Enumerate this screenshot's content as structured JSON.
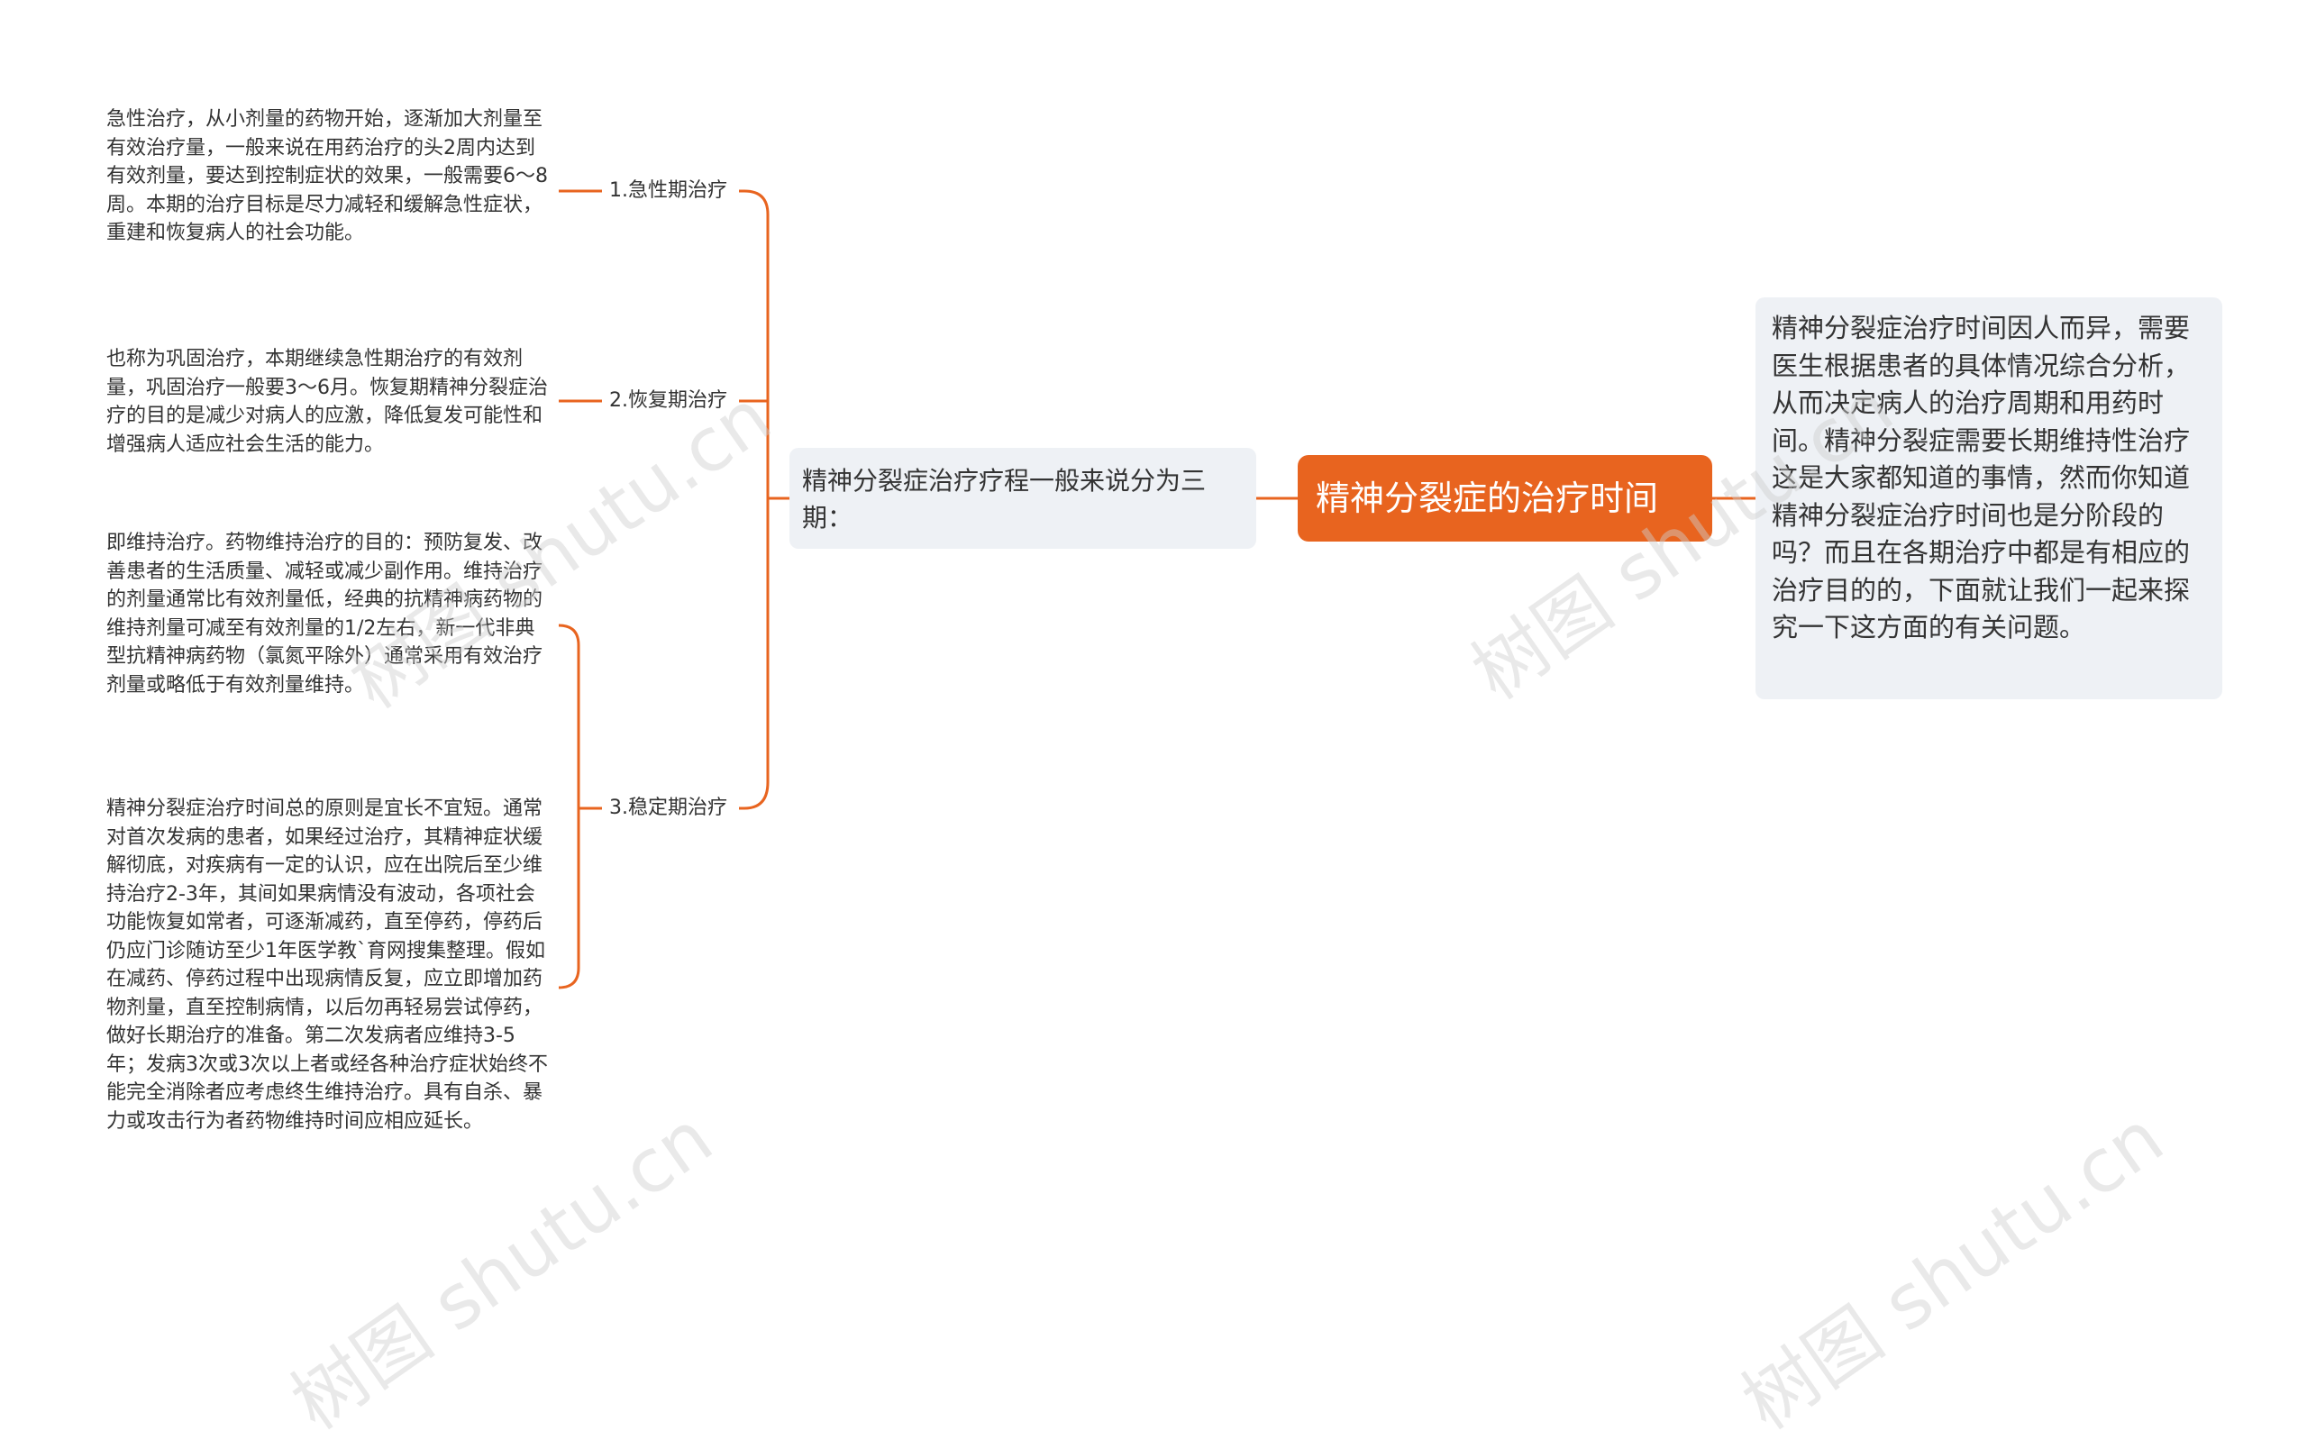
{
  "root": {
    "title": "精神分裂症的治疗时间"
  },
  "intro": {
    "text": "精神分裂症治疗时间因人而异，需要医生根据患者的具体情况综合分析，从而决定病人的治疗周期和用药时间。精神分裂症需要长期维持性治疗这是大家都知道的事情，然而你知道精神分裂症治疗时间也是分阶段的吗？而且在各期治疗中都是有相应的治疗目的的，下面就让我们一起来探究一下这方面的有关问题。"
  },
  "overview": {
    "text": "精神分裂症治疗疗程一般来说分为三期："
  },
  "phases": [
    {
      "label": "1.急性期治疗",
      "details": [
        "急性治疗，从小剂量的药物开始，逐渐加大剂量至有效治疗量，一般来说在用药治疗的头2周内达到有效剂量，要达到控制症状的效果，一般需要6～8周。本期的治疗目标是尽力减轻和缓解急性症状，重建和恢复病人的社会功能。"
      ]
    },
    {
      "label": "2.恢复期治疗",
      "details": [
        "也称为巩固治疗，本期继续急性期治疗的有效剂量，巩固治疗一般要3～6月。恢复期精神分裂症治疗的目的是减少对病人的应激，降低复发可能性和增强病人适应社会生活的能力。"
      ]
    },
    {
      "label": "3.稳定期治疗",
      "details": [
        "即维持治疗。药物维持治疗的目的：预防复发、改善患者的生活质量、减轻或减少副作用。维持治疗的剂量通常比有效剂量低，经典的抗精神病药物的维持剂量可减至有效剂量的1/2左右，新一代非典型抗精神病药物（氯氮平除外）通常采用有效治疗剂量或略低于有效剂量维持。",
        "精神分裂症治疗时间总的原则是宜长不宜短。通常对首次发病的患者，如果经过治疗，其精神症状缓解彻底，对疾病有一定的认识，应在出院后至少维持治疗2-3年，其间如果病情没有波动，各项社会功能恢复如常者，可逐渐减药，直至停药，停药后仍应门诊随访至少1年医学教`育网搜集整理。假如在减药、停药过程中出现病情反复，应立即增加药物剂量，直至控制病情，以后勿再轻易尝试停药，做好长期治疗的准备。第二次发病者应维持3-5年；发病3次或3次以上者或经各种治疗症状始终不能完全消除者应考虑终生维持治疗。具有自杀、暴力或攻击行为者药物维持时间应相应延长。"
      ]
    }
  ],
  "watermark": {
    "text": "树图 shutu.cn"
  },
  "colors": {
    "accent": "#e8641f",
    "node_bg": "#eef1f5",
    "text": "#333333"
  }
}
